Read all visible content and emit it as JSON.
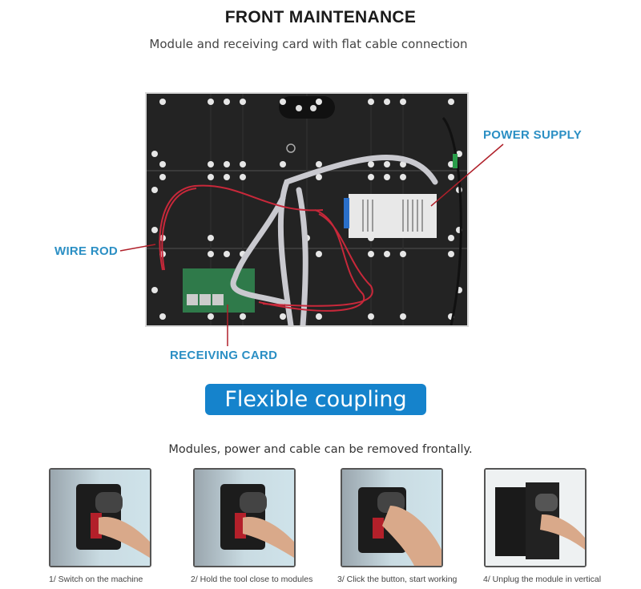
{
  "header": {
    "title": "FRONT MAINTENANCE",
    "subtitle": "Module and receiving card with flat cable connection"
  },
  "diagram": {
    "callouts": [
      {
        "id": "power-supply",
        "label": "POWER SUPPLY"
      },
      {
        "id": "wire-rod",
        "label": "WIRE ROD"
      },
      {
        "id": "receiving-card",
        "label": "RECEIVING CARD"
      }
    ],
    "colors": {
      "label": "#2b8fc4",
      "leader_line": "#b0202a",
      "panel": "#1f1f1f"
    }
  },
  "banner": {
    "label": "Flexible coupling",
    "color": "#1583cc"
  },
  "steps_intro": "Modules, power and cable can be removed frontally.",
  "steps": [
    {
      "caption": "1/ Switch on the machine"
    },
    {
      "caption": "2/ Hold the tool close to modules"
    },
    {
      "caption": "3/ Click the button, start working"
    },
    {
      "caption": "4/ Unplug the module in vertical"
    }
  ]
}
